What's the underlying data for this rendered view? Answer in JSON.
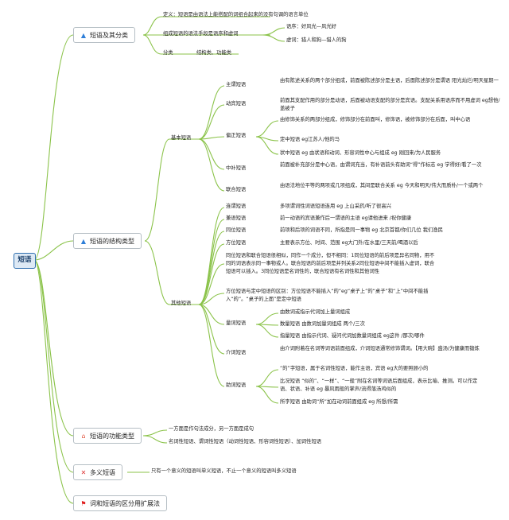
{
  "root": "短语",
  "branches": {
    "types": {
      "title": "短语及其分类",
      "icon": "fire-icon",
      "definition": "定义：短语是由语法上能搭配的词组合起来的没有句调的语言单位",
      "means_label": "组成短语的语法手段是语序和虚词",
      "word_order": "语序：好风光—风光好",
      "function_word": "虚词：猎人和狗—猎人的狗",
      "classify_label": "分类",
      "classify_value": "结构类、功能类"
    },
    "structure": {
      "title": "短语的结构类型",
      "icon": "fire-icon",
      "basic": {
        "label": "基本短语",
        "subject_predicate": {
          "label": "主谓短语",
          "desc": "由有陈述关系的两个部分组成，前面被陈述部分是主语，后面陈述部分是谓语 阳光灿烂/明天星期一"
        },
        "verb_object": {
          "label": "动宾短语",
          "desc": "前面其支配作用的部分是动语，后面被动语支配的部分是宾语。支配关系用语序而不用虚词 eg想他/盖被子"
        },
        "modifier_head": {
          "label": "偏正短语",
          "desc1": "由修饰关系的两部分组成，修饰部分在前面叫，修饰语，被修饰部分在后面，叫中心语",
          "desc2": "定中短语 eg江苏人/他的马",
          "desc3": "状中短语 eg 由状语和动词、形容词性中心与组成 eg 刚回来/为人民服务"
        },
        "complement": {
          "label": "中补短语",
          "desc": "前面被补充部分是中心语，由谓词充当，有补语前头有助词“得”作标志 eg 学得好/看了一次"
        },
        "coordinate": {
          "label": "联合短语",
          "desc": "由语法地位平等的两项或几项组成，其间是联合关系 eg 今天和明天/伟大而质朴/一个或两个"
        }
      },
      "other": {
        "label": "其他短语",
        "serial_verb": {
          "label": "连谓短语",
          "desc": "多项谓词性词语短语连用 eg 上山采药/听了很高兴"
        },
        "pivotal": {
          "label": "兼语短语",
          "desc": "前一动语的宾语兼作后一谓语的主语 eg请他进来 /祝你健康"
        },
        "appositive": {
          "label": "同位短语",
          "desc": "前项和后项的词语不同，所指是同一事物 eg 北京首都/你们几位 我们渔民"
        },
        "locative": {
          "label": "方位短语",
          "desc": "主要表示方位、时间、范围 eg大门外/在水里/三天前/喝酒以后"
        },
        "note1": "同位短语和联合短语很相似，同作一个成分，但不相同：1同位短语的前后项是异名同物，用不同的词语表示同一事物或人。联合短语的前后项是并列关系2同位短语中间不能插入虚词，联合短语可以插入。3同位短语是名词性的，联合短语有名词性和其他词性",
        "note2": "方位短语与定中短语的区别：方位短语不能插入“的”eg“桌子上”的“桌子”和“上”中间不能插入“的”。“桌子的上面”是定中短语",
        "quantifier": {
          "label": "量词短语",
          "desc1": "由数词或指示代词加上量词组成",
          "desc2": "数量短语 由数词加量词组成 两个/三次",
          "desc3": "指量短语 由指示代词、疑问代词加数量词组成 eg这件 /那次/哪件"
        },
        "prepositional": {
          "label": "介词短语",
          "desc": "由介词附着在名词等词语前面组成，介词短语通常修饰谓词。【用大碗】盛汤/为健康而锻炼"
        },
        "particle": {
          "label": "助词短语",
          "desc1": "“的”字短语，属于名词性短语，能作主语，宾语 eg大的要照顾小的",
          "desc2": "比况短语 “似的”、“一样”、“一般”附在名词等词语后面组成，表示比喻、推测。可以作定语、状语、补语 eg 暴风雨般的掌声/流得落汤鸡似的",
          "desc3": "所字短语 由助词“所”加在动词前面组成 eg 所想/所需"
        }
      }
    },
    "function": {
      "title": "短语的功能类型",
      "icon": "house-icon",
      "desc1": "一方面是作句法成分，另一方面是成句",
      "desc2": "名词性短语、谓词性短语（动词性短语、形容词性短语）、加词性短语"
    },
    "polysemy": {
      "title": "多义短语",
      "icon": "cross-pin-icon",
      "desc": "只有一个意义的短语叫单义短语，不止一个意义的短语叫多义短语"
    },
    "distinction": {
      "title": "词和短语的区分用扩展法",
      "icon": "red-flag-icon"
    }
  },
  "colors": {
    "branch_line": "#8bc34a",
    "root_border": "#2f6fb0",
    "fire": "#2f7fd8",
    "house": "#e0503a",
    "flag": "#e02020"
  }
}
